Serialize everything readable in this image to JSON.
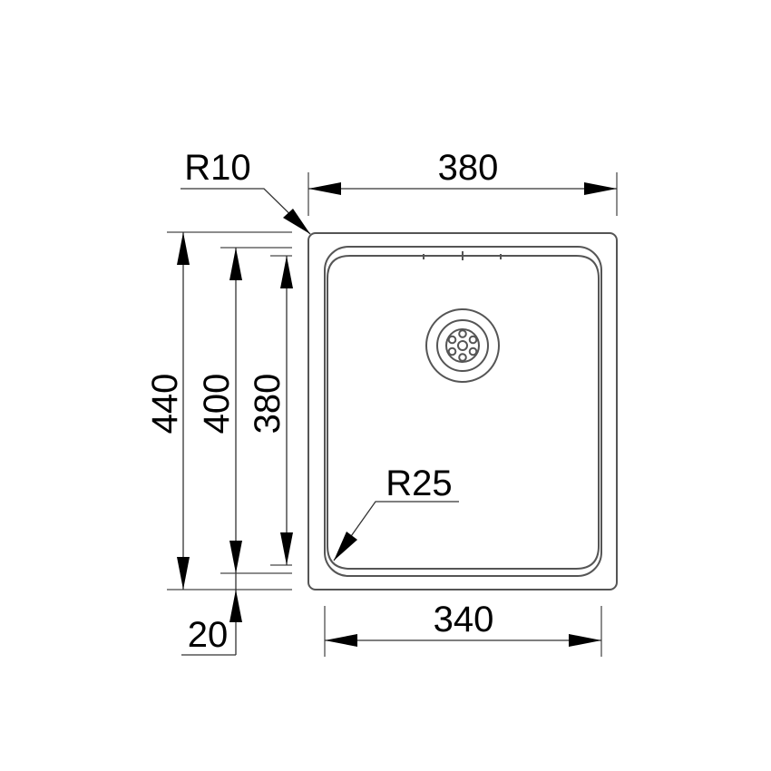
{
  "drawing": {
    "subject": "sink-bowl-top-view",
    "units": "mm",
    "colors": {
      "line": "#555555",
      "text": "#000000",
      "background": "#ffffff"
    }
  },
  "dimensions": {
    "overall_width": {
      "label": "380",
      "value": 380
    },
    "overall_depth": {
      "label": "440",
      "value": 440
    },
    "bowl_depth_outer": {
      "label": "400",
      "value": 400
    },
    "bowl_depth_inner": {
      "label": "380",
      "value": 380
    },
    "front_offset": {
      "label": "20",
      "value": 20
    },
    "bowl_width": {
      "label": "340",
      "value": 340
    },
    "outer_corner_radius": {
      "label": "R10",
      "value": 10
    },
    "bowl_corner_radius": {
      "label": "R25",
      "value": 25
    }
  },
  "features": {
    "drain": {
      "name": "drain-strainer",
      "holes": 7
    }
  }
}
